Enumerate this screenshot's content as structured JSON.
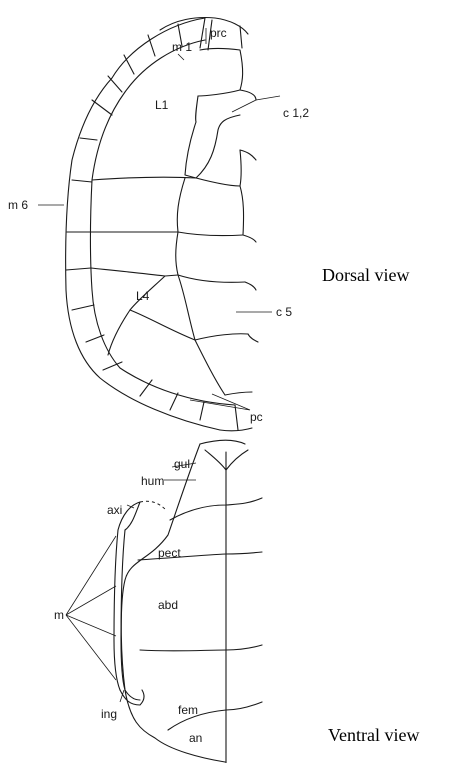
{
  "dorsal": {
    "caption": "Dorsal view",
    "labels": {
      "m1": "m 1",
      "prc": "prc",
      "L1": "L1",
      "c12": "c 1,2",
      "m6": "m 6",
      "L4": "L4",
      "c5": "c 5",
      "pc": "pc"
    }
  },
  "ventral": {
    "caption": "Ventral view",
    "labels": {
      "gul": "gul",
      "hum": "hum",
      "axi": "axi",
      "m": "m",
      "pect": "pect",
      "abd": "abd",
      "ing": "ing",
      "fem": "fem",
      "an": "an"
    }
  }
}
